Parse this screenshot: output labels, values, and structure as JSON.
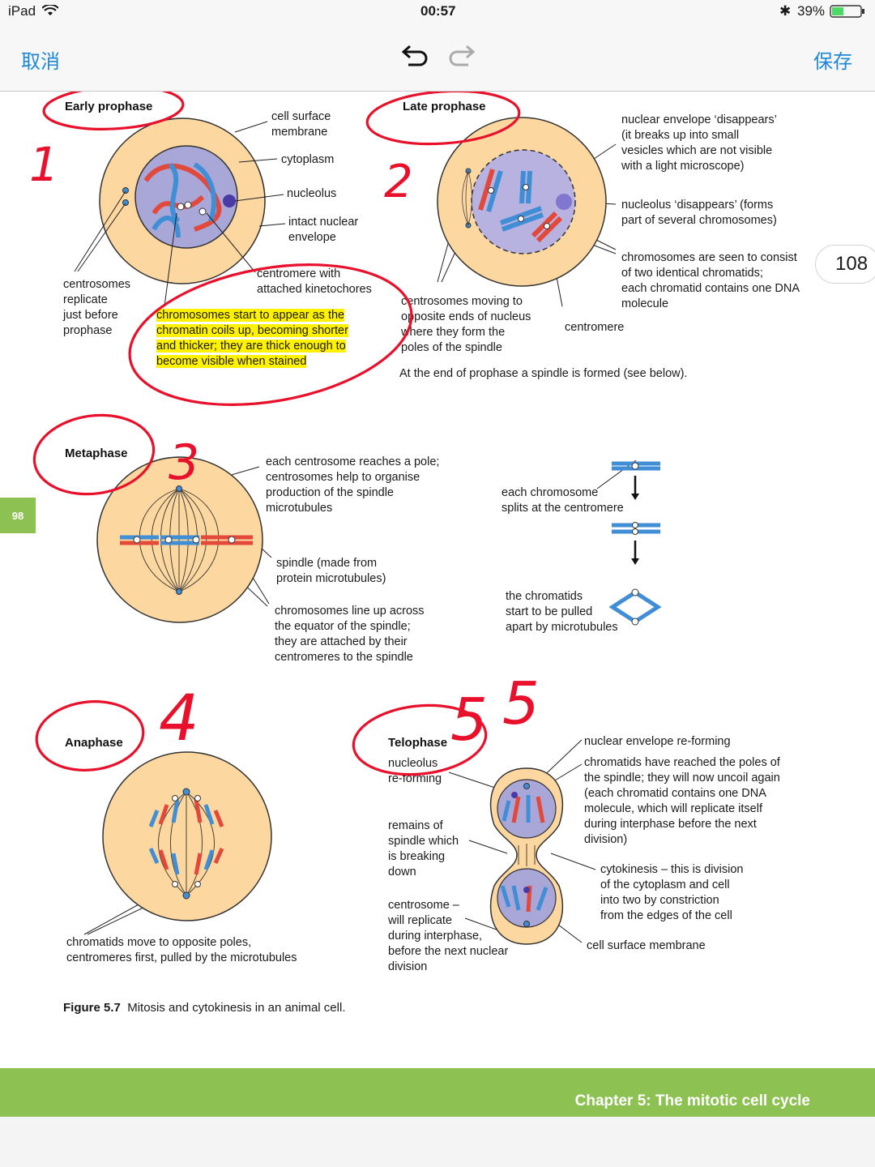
{
  "status": {
    "device": "iPad",
    "time": "00:57",
    "battery": "39%"
  },
  "toolbar": {
    "cancel": "取消",
    "save": "保存"
  },
  "page_tab": "108",
  "side_tab": "98",
  "early": {
    "title": "Early prophase",
    "cell_surface": "cell surface\nmembrane",
    "cytoplasm": "cytoplasm",
    "nucleolus": "nucleolus",
    "intact_env": "intact nuclear\nenvelope",
    "centromere_kin": "centromere with\nattached kinetochores",
    "centrosomes": "centrosomes\nreplicate\njust before\nprophase",
    "chromosomes_note": "chromosomes start to appear as the\nchromatin coils up, becoming shorter\nand thicker; they are thick enough to\nbecome visible when stained"
  },
  "late": {
    "title": "Late prophase",
    "env_disappears": "nuclear envelope ‘disappears’\n(it breaks up into small\nvesicles which are not visible\nwith a light microscope)",
    "nucleolus_disappears": "nucleolus ‘disappears’ (forms\npart of several chromosomes)",
    "chromatids": "chromosomes are seen to consist\nof two identical chromatids;\neach chromatid contains one DNA\nmolecule",
    "centrosomes_moving": "centrosomes moving to\nopposite ends of nucleus\nwhere they form the\npoles of the spindle",
    "centromere": "centromere",
    "end_note": "At the end of prophase a spindle is formed (see below)."
  },
  "metaphase": {
    "title": "Metaphase",
    "pole": "each centrosome reaches a pole;\ncentrosomes help to organise\nproduction of the spindle\nmicrotubules",
    "spindle": "spindle (made from\nprotein microtubules)",
    "line_up": "chromosomes line up across\nthe equator of the spindle;\nthey are attached by their\ncentromeres to the spindle",
    "splits": "each chromosome\nsplits at the centromere",
    "pulled": "the chromatids\nstart to be pulled\napart by microtubules"
  },
  "anaphase": {
    "title": "Anaphase",
    "move": "chromatids move to opposite poles,\ncentromeres first, pulled by the microtubules"
  },
  "telophase": {
    "title": "Telophase",
    "nucleolus_reforming": "nucleolus\nre-forming",
    "remains": "remains of\nspindle which\nis breaking\ndown",
    "centrosome_rep": "centrosome –\nwill replicate\nduring interphase,\nbefore the next nuclear\ndivision",
    "env_reforming": "nuclear envelope re-forming",
    "chromatids_reached": "chromatids have reached the poles of\nthe spindle; they will now uncoil again\n(each chromatid contains one DNA\nmolecule, which will replicate itself\nduring interphase before the next\ndivision)",
    "cytokinesis": "cytokinesis – this is division\nof the cytoplasm and cell\ninto two by constriction\nfrom the edges of the cell",
    "cell_membrane": "cell surface membrane"
  },
  "caption": {
    "fig": "Figure 5.7",
    "text": "Mitosis and cytokinesis in an animal cell."
  },
  "footer": {
    "chapter": "Chapter 5: The mitotic cell cycle"
  },
  "handwritten": {
    "n1": "1",
    "n2": "2",
    "n3": "3",
    "n4": "4",
    "n5": "5"
  },
  "colors": {
    "cell": "#fdd7a0",
    "nucleus": "#a9a6d8",
    "chromo_red": "#e2493a",
    "chromo_blue": "#3f8ed6",
    "annotation": "#e8102a",
    "accent": "#1e88d6",
    "footer": "#8dc152"
  }
}
